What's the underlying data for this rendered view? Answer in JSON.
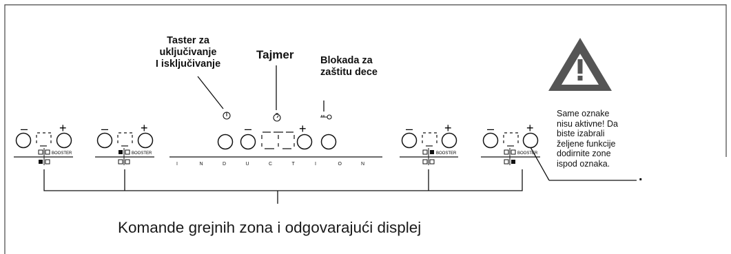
{
  "labels": {
    "power_line1": "Taster za",
    "power_line2": "uključivanje",
    "power_line3": "I isključivanje",
    "timer": "Tajmer",
    "lock_line1": "Blokada za",
    "lock_line2": "zaštitu dece"
  },
  "note": {
    "line1": "Same oznake",
    "line2": "nisu aktivne! Da",
    "line3": "biste izabrali",
    "line4": "željene funkcije",
    "line5": "dodirnite zone",
    "line6": "ispod oznaka."
  },
  "caption": "Komande grejnih zona i odgovarajući displej",
  "panel": {
    "minus": "–",
    "plus": "+",
    "booster": "BOOSTER",
    "induction": [
      "I",
      "N",
      "D",
      "U",
      "C",
      "T",
      "I",
      "O",
      "N"
    ],
    "period": "."
  },
  "icons": {
    "power": "power-icon",
    "timer": "stopwatch-icon",
    "lock": "key-icon",
    "warning": "warning-triangle-icon"
  },
  "colors": {
    "line": "#111111",
    "frame": "#444444",
    "warning": "#555555"
  }
}
